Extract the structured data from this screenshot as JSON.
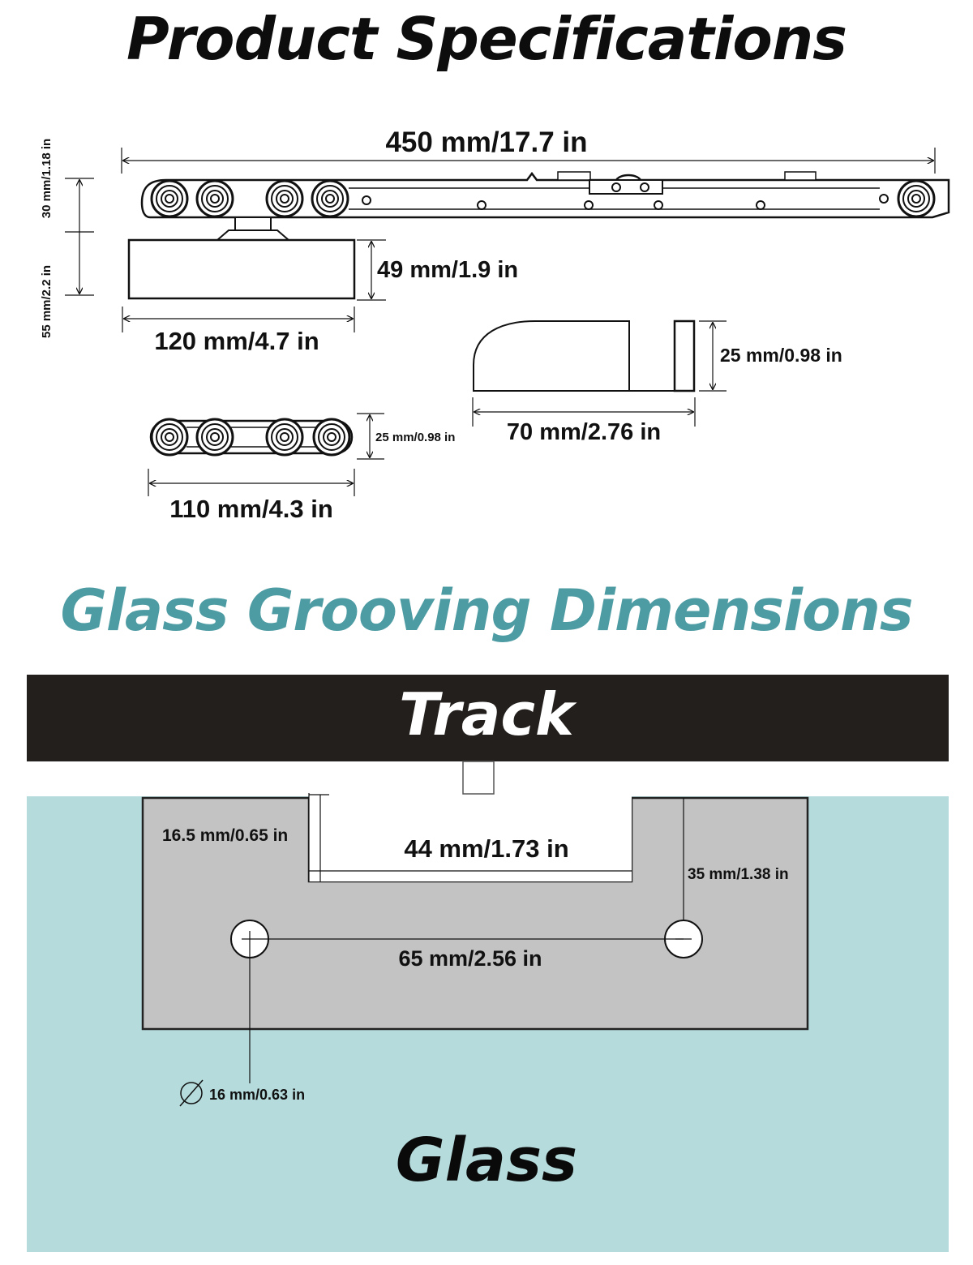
{
  "titles": {
    "specifications": "Product Specifications",
    "grooving": "Glass Grooving Dimensions"
  },
  "dimensions": {
    "total_length": "450 mm/17.7 in",
    "roller_height": "30 mm/1.18 in",
    "assembly_height": "55 mm/2.2 in",
    "clamp_height": "49 mm/1.9 in",
    "clamp_width": "120 mm/4.7 in",
    "stopper_height": "25 mm/0.98 in",
    "stopper_width": "70 mm/2.76 in",
    "wheel_unit_height": "25 mm/0.98 in",
    "wheel_unit_width": "110 mm/4.3 in",
    "groove_depth": "16.5 mm/0.65 in",
    "groove_width": "44 mm/1.73 in",
    "hole_offset": "35 mm/1.38 in",
    "hole_spacing": "65 mm/2.56 in",
    "hole_diameter": "16 mm/0.63 in"
  },
  "labels": {
    "track": "Track",
    "glass": "Glass"
  },
  "colors": {
    "title_accent": "#4e9ca3",
    "track_band": "#231f1c",
    "glass_fill": "#b5dbdc",
    "plate_fill": "#c3c3c3"
  }
}
